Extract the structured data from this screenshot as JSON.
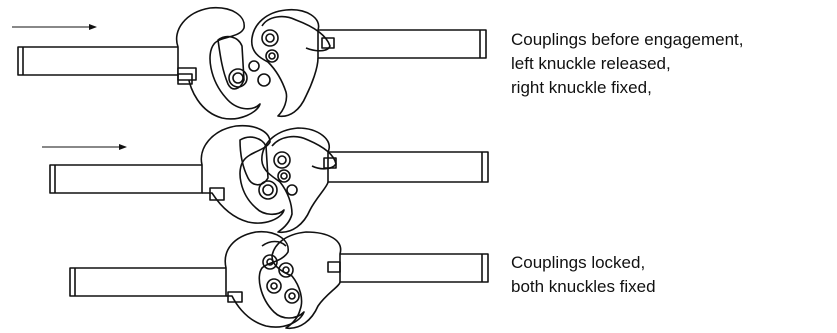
{
  "captions": {
    "before_engagement": {
      "line1": "Couplings before engagement,",
      "line2": "left knuckle released,",
      "line3": "right knuckle fixed,"
    },
    "locked": {
      "line1": "Couplings locked,",
      "line2": "both knuckles fixed"
    }
  },
  "colors": {
    "stroke": "#111111",
    "background": "#ffffff",
    "text": "#111111"
  },
  "arrows": {
    "count": 2,
    "direction": "right"
  }
}
